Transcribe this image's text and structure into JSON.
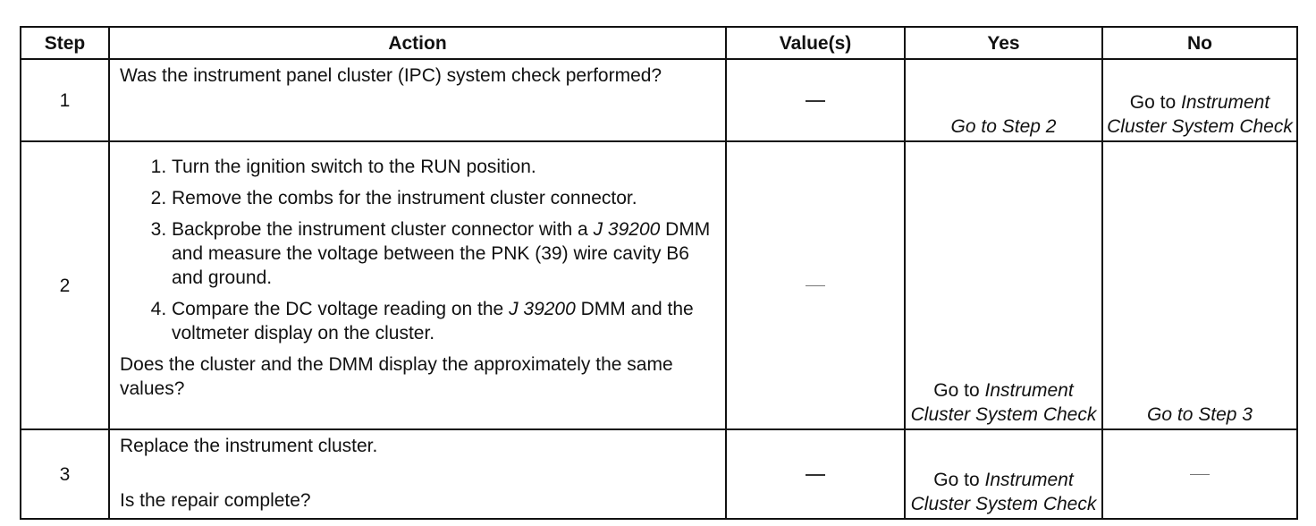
{
  "headers": {
    "step": "Step",
    "action": "Action",
    "values": "Value(s)",
    "yes": "Yes",
    "no": "No"
  },
  "rows": [
    {
      "step": "1",
      "question": "Was the instrument panel cluster (IPC) system check performed?",
      "yes": "Go to Step 2",
      "no_prefix": "Go to ",
      "no_ref": "Instrument Cluster System Check"
    },
    {
      "step": "2",
      "items": [
        "Turn the ignition switch to the RUN position.",
        "Remove the combs for the instrument cluster connector."
      ],
      "item3_a": "Backprobe the instrument cluster connector with a ",
      "item3_tool": "J 39200",
      "item3_b": " DMM and measure the voltage between the PNK (39) wire cavity B6 and ground.",
      "item4_a": "Compare the DC voltage reading on the ",
      "item4_tool": "J 39200",
      "item4_b": " DMM and the voltmeter display on the cluster.",
      "question": "Does the cluster and the DMM display the approximately the same values?",
      "yes_prefix": "Go to ",
      "yes_ref": "Instrument Cluster System Check",
      "no": "Go to Step 3"
    },
    {
      "step": "3",
      "action": "Replace the instrument cluster.",
      "question": "Is the repair complete?",
      "yes_prefix": "Go to ",
      "yes_ref": "Instrument Cluster System Check"
    }
  ]
}
